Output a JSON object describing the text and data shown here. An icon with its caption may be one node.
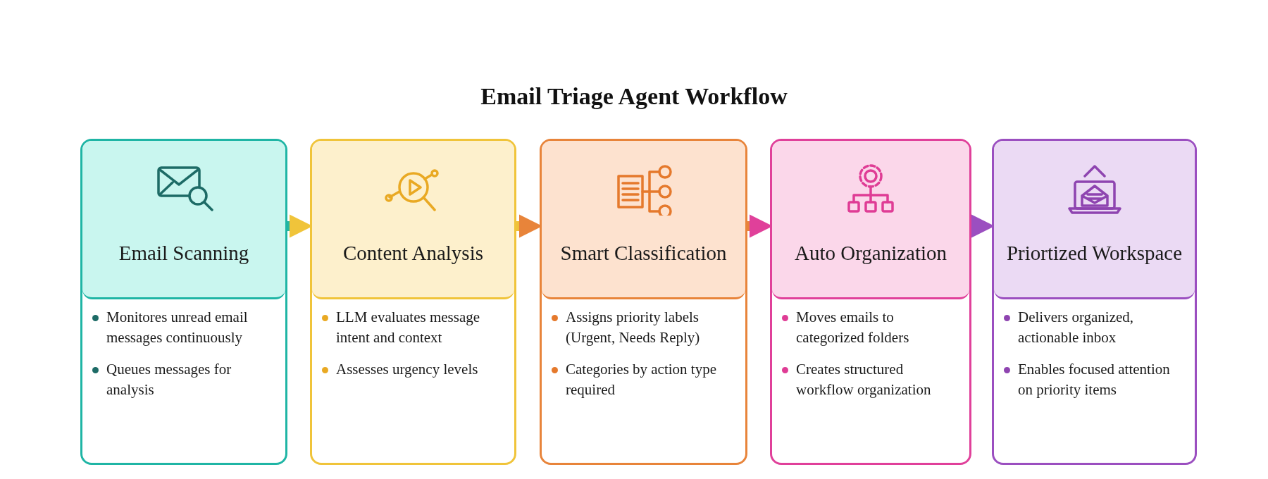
{
  "diagram": {
    "title": "Email Triage Agent Workflow",
    "nodes": [
      {
        "text": [
          "Email Scanning",
          "Monitores unread email messages continuously",
          "Queues messages for analysis"
        ]
      },
      {
        "text": [
          "Content Analysis",
          "LLM evaluates message intent and context",
          "Assesses urgency levels"
        ]
      },
      {
        "text": [
          "Smart Classification",
          "Assigns priority labels (Urgent, Needs Reply)",
          "Categories by action type required"
        ]
      },
      {
        "text": [
          "Auto Organization",
          "Moves emails to categorized folders",
          "Creates structured workflow organization"
        ]
      },
      {
        "text": [
          "Priortized Workspace",
          "Delivers organized, actionable inbox",
          "Enables focused attention on priority items"
        ]
      }
    ],
    "edges": [
      {
        "from": 0,
        "to": 1,
        "arrow": "to"
      },
      {
        "from": 1,
        "to": 2,
        "arrow": "to"
      },
      {
        "from": 2,
        "to": 3,
        "arrow": "to"
      },
      {
        "from": 3,
        "to": 4,
        "arrow": "to"
      }
    ]
  }
}
